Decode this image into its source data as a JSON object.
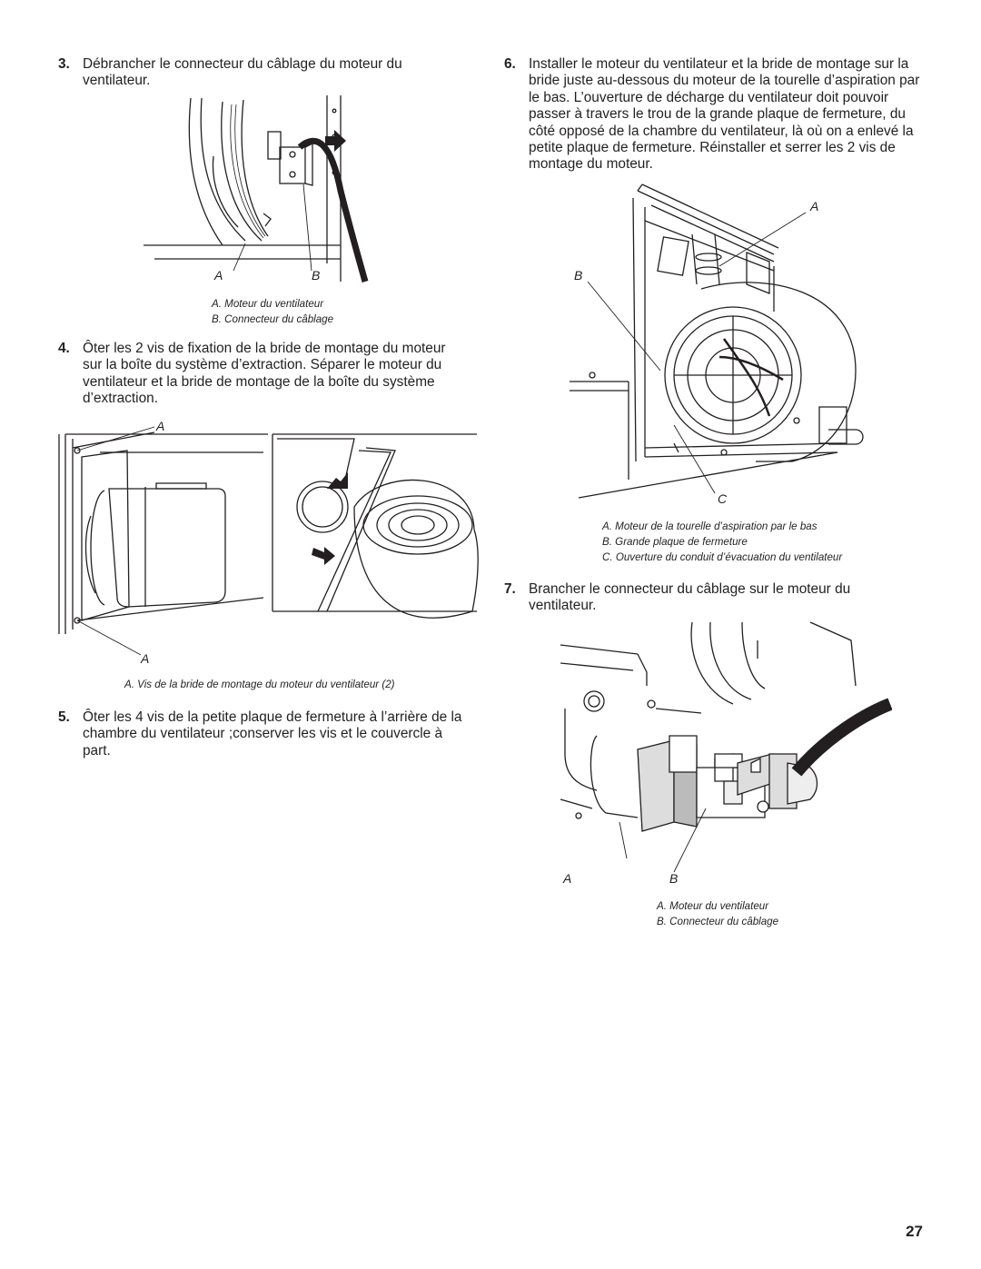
{
  "page_number": "27",
  "steps": [
    {
      "num": "3.",
      "text": "Débrancher le connecteur du câblage du moteur du ventilateur."
    },
    {
      "num": "4.",
      "text": "Ôter les 2 vis de fixation de la bride de montage du moteur sur la boîte du système d’extraction. Séparer le moteur du ventilateur et la bride de montage de la boîte du système d’extraction."
    },
    {
      "num": "5.",
      "text": "Ôter les 4 vis de la petite plaque de fermeture à l’arrière de la chambre du ventilateur ;conserver les vis et le couvercle à part."
    },
    {
      "num": "6.",
      "text": "Installer le moteur du ventilateur et la bride de montage sur la bride juste au-dessous du moteur de la tourelle d’aspiration par le bas.  L’ouverture de décharge du ventilateur doit pouvoir passer à travers le trou de la grande plaque de fermeture, du côté opposé de la chambre du ventilateur, là où on a enlevé la petite plaque de fermeture. Réinstaller et serrer les 2 vis de montage du moteur."
    },
    {
      "num": "7.",
      "text": "Brancher le connecteur du câblage sur le moteur du ventilateur."
    }
  ],
  "figures": {
    "fig1": {
      "callouts": {
        "a": "A",
        "b": "B"
      },
      "captions": [
        "A. Moteur du ventilateur",
        "B. Connecteur du câblage"
      ]
    },
    "fig2": {
      "callouts": {
        "a_top": "A",
        "a_bottom": "A"
      },
      "captions": [
        "A. Vis de la bride de montage du moteur du ventilateur (2)"
      ]
    },
    "fig3": {
      "callouts": {
        "a": "A",
        "b": "B",
        "c": "C"
      },
      "captions": [
        "A. Moteur de la tourelle d’aspiration par le bas",
        "B. Grande plaque de fermeture",
        "C. Ouverture du conduit d’évacuation du ventilateur"
      ]
    },
    "fig4": {
      "callouts": {
        "a": "A",
        "b": "B"
      },
      "captions": [
        "A. Moteur du ventilateur",
        "B. Connecteur du câblage"
      ]
    }
  }
}
